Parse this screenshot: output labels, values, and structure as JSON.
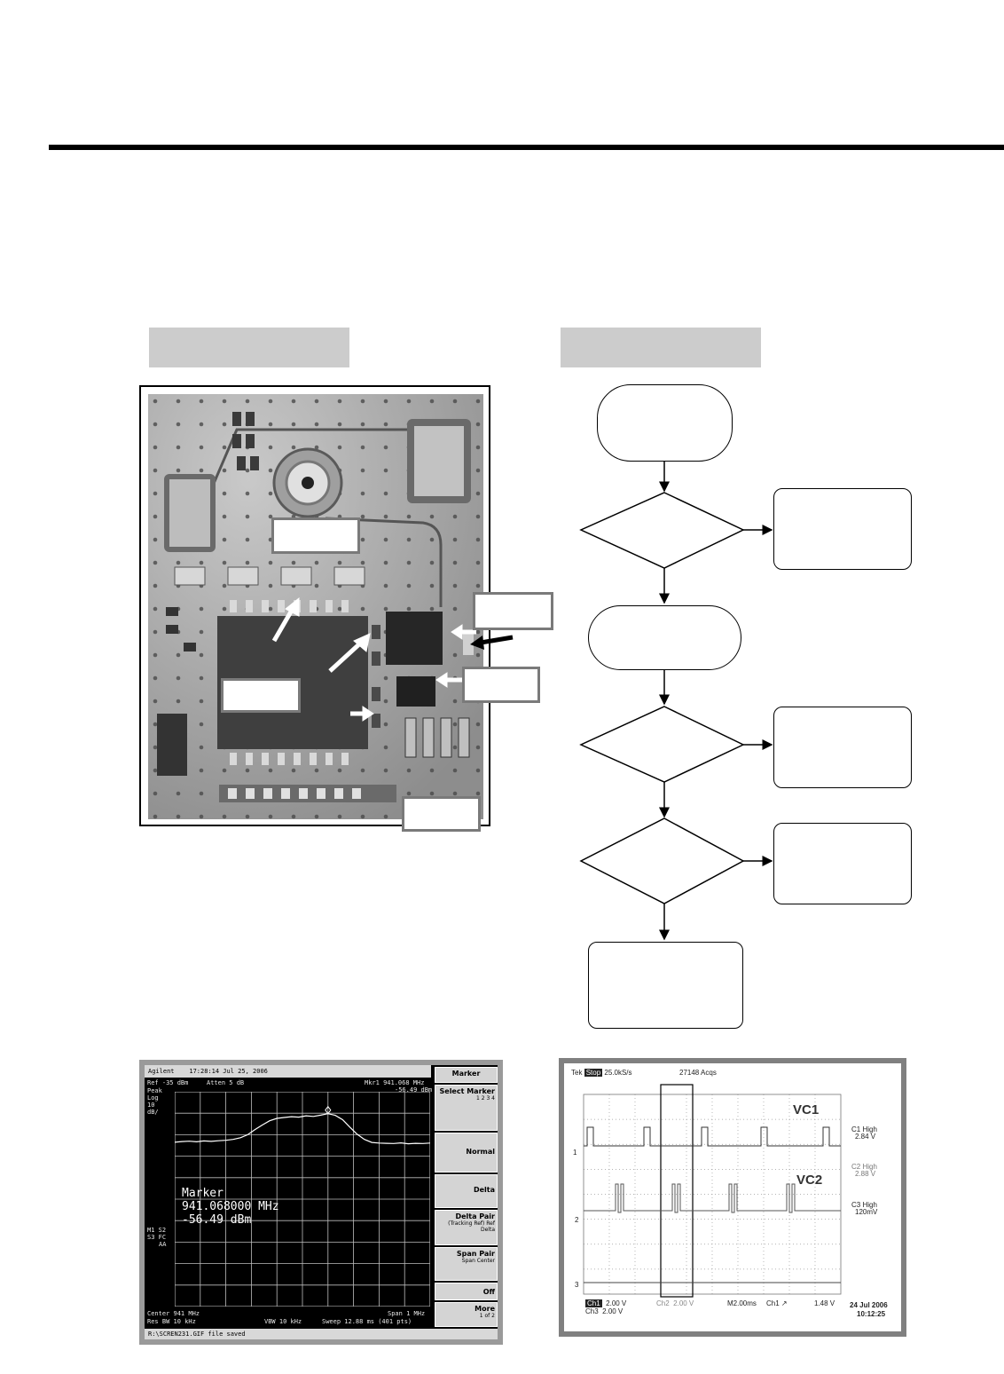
{
  "spectrum": {
    "header_brand": "Agilent",
    "header_time": "17:28:14  Jul 25, 2006",
    "ref": "Ref -35 dBm",
    "atten": "Atten 5 dB",
    "mkr_line1": "Mkr1  941.068 MHz",
    "mkr_line2": "-56.49 dBm",
    "left_labels": [
      "Peak",
      "Log",
      "10",
      "dB/"
    ],
    "left_labels2": [
      "M1 S2",
      "S3 FC",
      "AA"
    ],
    "marker_title": "Marker",
    "marker_freq": "941.068000 MHz",
    "marker_level": "-56.49 dBm",
    "center": "Center 941 MHz",
    "span": "Span 1 MHz",
    "res_bw": "Res BW 10 kHz",
    "vbw": "VBW 10 kHz",
    "sweep": "Sweep 12.88 ms (401 pts)",
    "status": "R:\\SCREN231.GIF file saved",
    "softkeys": {
      "title": "Marker",
      "select": "Select Marker",
      "select_sub": "1  2  3  4",
      "normal": "Normal",
      "delta": "Delta",
      "delta_pair": "Delta Pair",
      "delta_pair_sub": "(Tracking Ref)  Ref   Delta",
      "span_pair": "Span Pair",
      "span_pair_sub": "Span   Center",
      "off": "Off",
      "more": "More",
      "more_sub": "1 of 2"
    },
    "trace_dbm": [
      -58.5,
      -58.2,
      -58.0,
      -58.3,
      -57.9,
      -58.1,
      -57.8,
      -57.6,
      -57.2,
      -56.4,
      -55.0,
      -52.6,
      -50.5,
      -48.5,
      -47.4,
      -47.0,
      -46.6,
      -46.8,
      -46.2,
      -46.5,
      -45.9,
      -45.2,
      -46.0,
      -48.0,
      -51.5,
      -54.8,
      -57.2,
      -58.6,
      -58.9,
      -59.0,
      -59.1,
      -58.8,
      -59.2,
      -59.0,
      -59.1,
      -58.9
    ]
  },
  "scope": {
    "brand": "Tek",
    "state": "Stop",
    "rate": "25.0kS/s",
    "acqs": "27148 Acqs",
    "vc1": "VC1",
    "vc2": "VC2",
    "c1": [
      "C1 High",
      "2.84 V"
    ],
    "c2": [
      "C2 High",
      "2.88 V"
    ],
    "c3": [
      "C3 High",
      "120mV"
    ],
    "ch1": "Ch1",
    "ch1v": "2.00 V",
    "ch2": "Ch2",
    "ch2v": "2.00 V",
    "ch3": "Ch3",
    "ch3v": "2.00 V",
    "timebase": "M2.00ms",
    "trig": "Ch1  ↗",
    "trig_level": "1.48 V",
    "date": "24 Jul 2006",
    "time": "10:12:25",
    "ch_markers": [
      "1",
      "2",
      "3"
    ]
  }
}
